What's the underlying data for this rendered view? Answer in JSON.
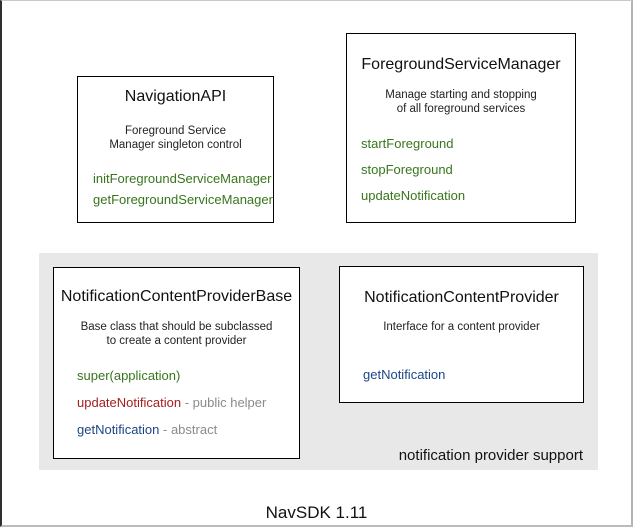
{
  "palette": {
    "method_green": "#38761d",
    "method_red": "#a32020",
    "method_blue": "#1c4587",
    "annotation_gray": "#8b8b8b",
    "panel_background": "#e8e8e8",
    "box_border": "#000000"
  },
  "boxes": [
    {
      "id": "navigation-api",
      "title": "NavigationAPI",
      "description": [
        "Foreground Service",
        "Manager singleton control"
      ],
      "methods": [
        {
          "name": "initForegroundServiceManager",
          "color": "#38761d"
        },
        {
          "name": "getForegroundServiceManager",
          "color": "#38761d"
        }
      ]
    },
    {
      "id": "foreground-service-manager",
      "title": "ForegroundServiceManager",
      "description": [
        "Manage starting and stopping",
        "of all foreground services"
      ],
      "methods": [
        {
          "name": "startForeground",
          "color": "#38761d"
        },
        {
          "name": "stopForeground",
          "color": "#38761d"
        },
        {
          "name": "updateNotification",
          "color": "#38761d"
        }
      ]
    },
    {
      "id": "notification-content-provider-base",
      "title": "NotificationContentProviderBase",
      "description": [
        "Base class that should be subclassed",
        "to create a content provider"
      ],
      "methods": [
        {
          "name": "super(application)",
          "color": "#38761d"
        },
        {
          "name": "updateNotification",
          "color": "#a32020",
          "suffix": " - public helper",
          "suffix_color": "#8b8b8b"
        },
        {
          "name": "getNotification",
          "color": "#1c4587",
          "suffix": " - abstract",
          "suffix_color": "#8b8b8b"
        }
      ]
    },
    {
      "id": "notification-content-provider",
      "title": "NotificationContentProvider",
      "description": [
        "Interface for a content provider"
      ],
      "methods": [
        {
          "name": "getNotification",
          "color": "#1c4587"
        }
      ]
    }
  ],
  "panel": {
    "label": "notification provider support"
  },
  "caption": "NavSDK 1.11"
}
